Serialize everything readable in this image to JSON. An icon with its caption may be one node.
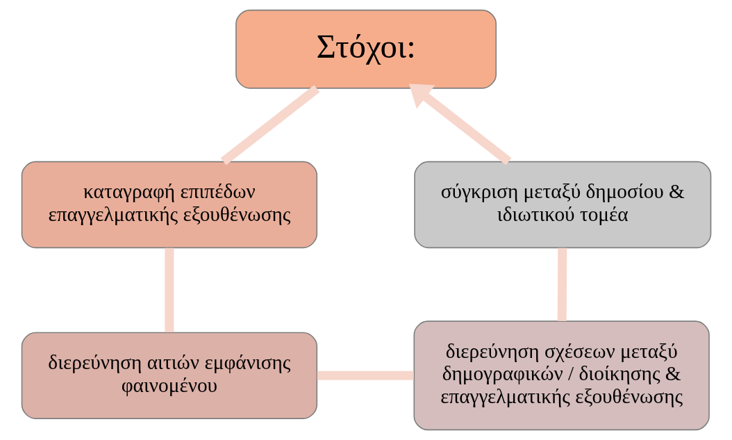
{
  "diagram": {
    "nodes": [
      {
        "text": [
          "Στόχοι:"
        ]
      },
      {
        "text": [
          "καταγραφή επιπέδων επαγγελματικής εξουθένωσης"
        ]
      },
      {
        "text": [
          "διερεύνηση αιτιών εμφάνισης φαινομένου"
        ]
      },
      {
        "text": [
          "διερεύνηση σχέσεων μεταξύ δημογραφικών / διοίκησης & επαγγελματικής εξουθένωσης"
        ]
      },
      {
        "text": [
          "σύγκριση μεταξύ δημοσίου & ιδιωτικού τομέα"
        ]
      }
    ],
    "edges": [
      {
        "from": 0,
        "to": 1,
        "arrow": "none"
      },
      {
        "from": 1,
        "to": 2,
        "arrow": "none"
      },
      {
        "from": 2,
        "to": 3,
        "arrow": "none"
      },
      {
        "from": 3,
        "to": 4,
        "arrow": "none"
      },
      {
        "from": 4,
        "to": 0,
        "arrow": "to"
      }
    ]
  }
}
